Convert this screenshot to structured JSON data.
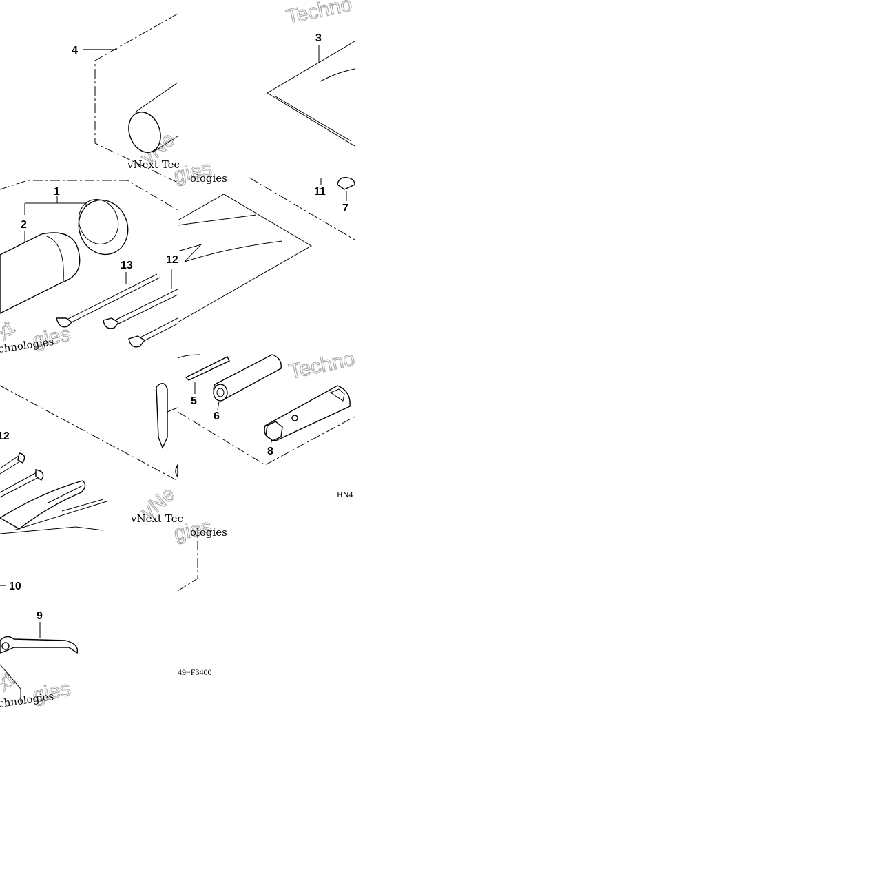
{
  "diagram": {
    "callouts": {
      "c1": "1",
      "c2": "2",
      "c3": "3",
      "c4": "4",
      "c5": "5",
      "c6": "6",
      "c7": "7",
      "c8": "8",
      "c9": "9",
      "c10": "10",
      "c11": "11",
      "c12a": "12",
      "c12b": "12",
      "c13": "13"
    },
    "codes": {
      "code_a": "HN4",
      "code_b": "49−F3400"
    },
    "watermarks": {
      "w1": "vNext Tec",
      "w2": "ologies",
      "w3": "vNext Tec",
      "w4": "ologies",
      "w5": "chnologies",
      "w6": "chnologies",
      "b1": "Techno",
      "b2": "Techno",
      "b3": "vNe",
      "b4": "xt",
      "b5": "gies",
      "b6": "xt",
      "b7": "gies"
    }
  }
}
